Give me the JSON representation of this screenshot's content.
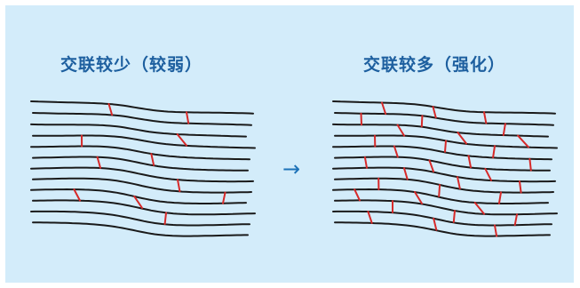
{
  "left": {
    "title": "交联较少（较弱）",
    "color_chain": "#1a1a1a",
    "color_crosslink": "#d62a2a",
    "crosslinks": [
      [
        0,
        0.35
      ],
      [
        0,
        0.7
      ],
      [
        2,
        0.68
      ],
      [
        3,
        0.22
      ],
      [
        4,
        0.55
      ],
      [
        5,
        0.3
      ],
      [
        6,
        0.66
      ],
      [
        7,
        0.88
      ],
      [
        8,
        0.2
      ],
      [
        8,
        0.48
      ],
      [
        9,
        0.6
      ],
      [
        11,
        0.62
      ]
    ]
  },
  "arrow": {
    "icon": "arrow-right-icon",
    "glyph": "→"
  },
  "right": {
    "title": "交联较多（强化）",
    "color_chain": "#1a1a1a",
    "color_crosslink": "#d62a2a",
    "crosslinks": [
      [
        0,
        0.22
      ],
      [
        0,
        0.45
      ],
      [
        0,
        0.68
      ],
      [
        1,
        0.12
      ],
      [
        1,
        0.4
      ],
      [
        1,
        0.78
      ],
      [
        2,
        0.3
      ],
      [
        2,
        0.58
      ],
      [
        2,
        0.86
      ],
      [
        3,
        0.18
      ],
      [
        3,
        0.5
      ],
      [
        3,
        0.72
      ],
      [
        4,
        0.28
      ],
      [
        4,
        0.62
      ],
      [
        4,
        0.9
      ],
      [
        5,
        0.14
      ],
      [
        5,
        0.44
      ],
      [
        5,
        0.7
      ],
      [
        6,
        0.32
      ],
      [
        6,
        0.56
      ],
      [
        6,
        0.84
      ],
      [
        7,
        0.2
      ],
      [
        7,
        0.48
      ],
      [
        7,
        0.76
      ],
      [
        8,
        0.1
      ],
      [
        8,
        0.38
      ],
      [
        8,
        0.66
      ],
      [
        9,
        0.26
      ],
      [
        9,
        0.54
      ],
      [
        9,
        0.82
      ],
      [
        10,
        0.16
      ],
      [
        10,
        0.46
      ],
      [
        10,
        0.74
      ]
    ]
  }
}
